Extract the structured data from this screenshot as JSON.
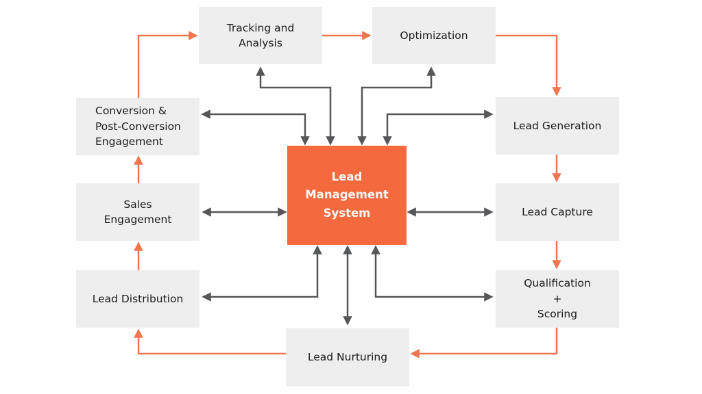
{
  "colors": {
    "bg": "#ffffff",
    "node-fill": "#eeeeee",
    "node-text": "#1a1a1a",
    "center-fill": "#f4693d",
    "center-text": "#fdf6f3",
    "arrow-orange": "#f0764f",
    "arrow-gray": "#565759"
  },
  "nodes": {
    "center": {
      "label": "Lead\nManagement\nSystem"
    },
    "tracking": {
      "label": "Tracking and\nAnalysis"
    },
    "optimization": {
      "label": "Optimization"
    },
    "lead_generation": {
      "label": "Lead Generation"
    },
    "lead_capture": {
      "label": "Lead Capture"
    },
    "qualification": {
      "label": "Qualification\n+\nScoring"
    },
    "lead_nurturing": {
      "label": "Lead Nurturing"
    },
    "lead_distribution": {
      "label": "Lead Distribution"
    },
    "sales_engagement": {
      "label": "Sales\nEngagement"
    },
    "conversion": {
      "label": "Conversion &\nPost-Conversion\nEngagement"
    }
  },
  "connections": {
    "orange_cycle": [
      "Conversion & Post-Conversion Engagement",
      "Tracking and Analysis",
      "Optimization",
      "Lead Generation",
      "Lead Capture",
      "Qualification + Scoring",
      "Lead Nurturing",
      "Lead Distribution",
      "Sales Engagement",
      "Conversion & Post-Conversion Engagement"
    ],
    "gray_bidirectional_with_center": [
      "Tracking and Analysis",
      "Optimization",
      "Conversion & Post-Conversion Engagement",
      "Lead Generation",
      "Sales Engagement",
      "Lead Capture",
      "Lead Distribution",
      "Qualification + Scoring",
      "Lead Nurturing"
    ]
  }
}
